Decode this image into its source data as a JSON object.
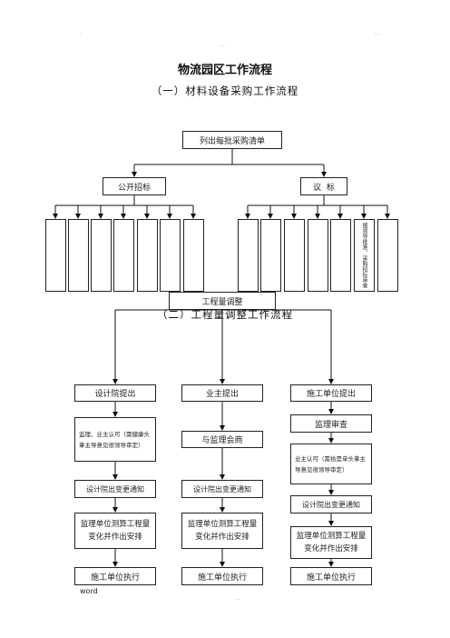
{
  "header": {
    "left_mark": ".",
    "center_mark": ". .",
    "right_mark": ". ."
  },
  "doc_title": "物流园区工作流程",
  "section1": {
    "heading": "（一）材料设备采购工作流程",
    "root": "列出每批采购清单",
    "branch_left": "公开招标",
    "branch_right": "议  标",
    "right_special_box": "报领导批准、采购招标审查"
  },
  "section2": {
    "heading": "（二）工程量调整工作流程",
    "root": "工程量调整",
    "col1": {
      "head": "设计院提出",
      "step1": "监理、业主认可（需健康头拿主导意见很领导审定）",
      "step2": "设计院出变更通知",
      "step3": "监理单位测算工程量变化并作出安排",
      "step4": "施工单位执行"
    },
    "col2": {
      "head": "业主提出",
      "step1": "与监理会商",
      "step2": "设计院出变更通知",
      "step3": "监理单位测算工程量变化并作出安排",
      "step4": "施工单位执行"
    },
    "col3": {
      "head": "施工单位提出",
      "step1": "监理审查",
      "step2": "业主认可（需拾是单头拿主导意见很领导审定）",
      "step3": "设计院出变更通知",
      "step4": "监理单位测算工程量变化并作出安排",
      "step5": "施工单位执行"
    }
  },
  "footer": {
    "left": "word",
    "center": ". ."
  }
}
